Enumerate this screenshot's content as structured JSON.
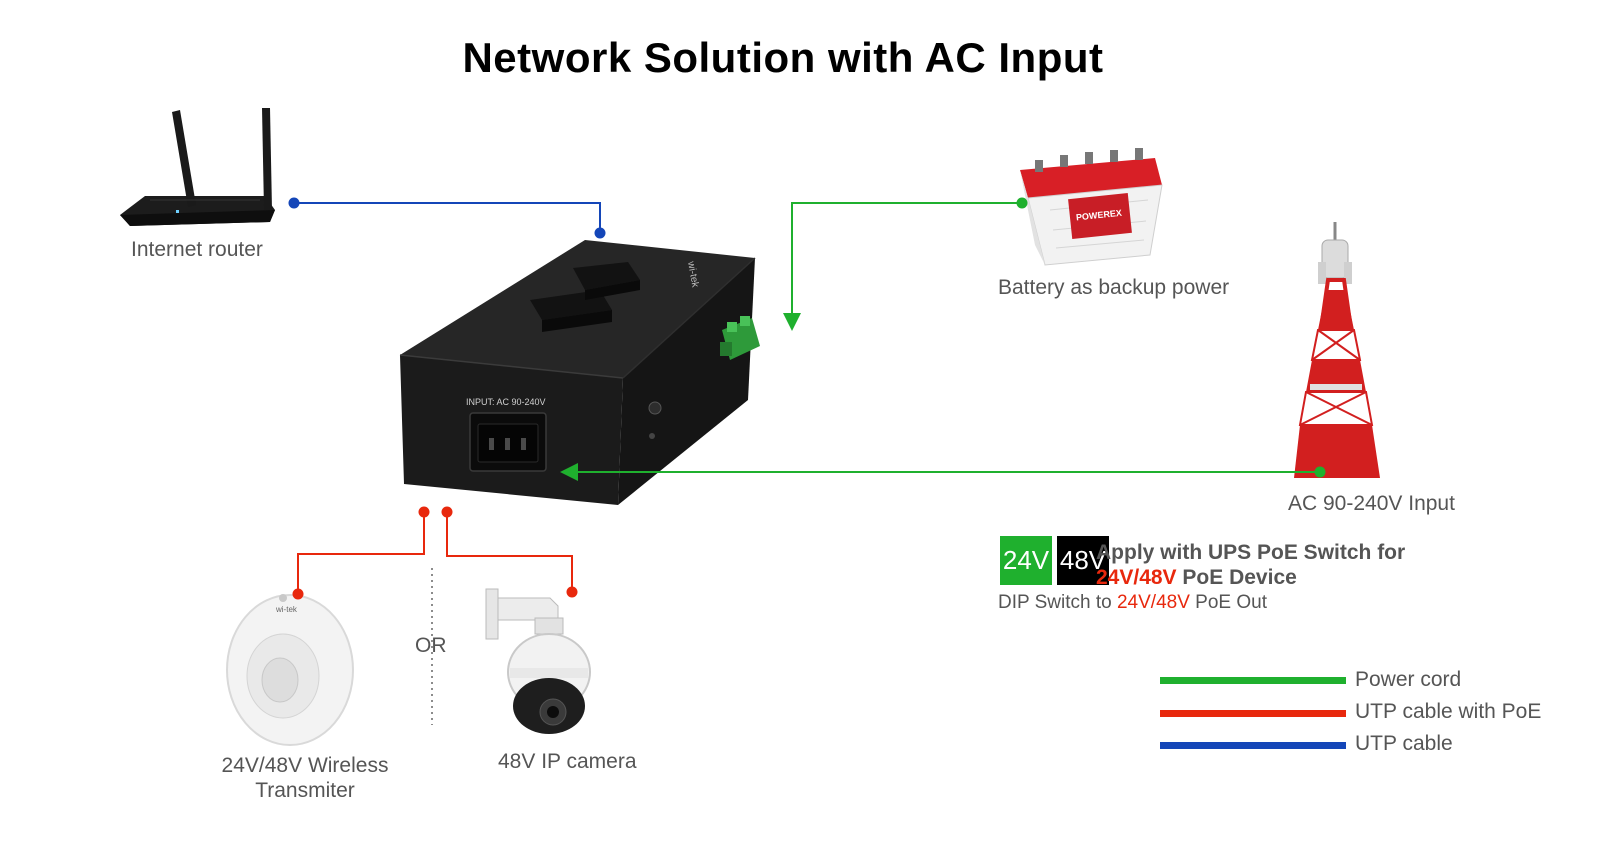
{
  "title": "Network Solution with AC Input",
  "labels": {
    "router": "Internet router",
    "battery": "Battery as backup power",
    "tower": "AC 90-240V Input",
    "transmitter_line1": "24V/48V Wireless",
    "transmitter_line2": "Transmiter",
    "or": "OR",
    "camera": "48V IP camera"
  },
  "device": {
    "input_label": "INPUT: AC 90-240V",
    "brand_mark": "wi-tek"
  },
  "battery_brand": "POWEREX",
  "transmitter_brand": "wi-tek",
  "badges": [
    {
      "text": "24V",
      "color": "#1fb02e"
    },
    {
      "text": "48V",
      "color": "#000000"
    }
  ],
  "apply": {
    "line1": "Apply with UPS PoE Switch for",
    "line2_red": "24V/48V",
    "line2_rest": " PoE Device"
  },
  "dip": {
    "prefix": "DIP Switch to ",
    "red": "24V/48V",
    "suffix": " PoE Out"
  },
  "legend": [
    {
      "label": "Power cord",
      "color": "#1fb02e"
    },
    {
      "label": "UTP cable with PoE",
      "color": "#e8280d"
    },
    {
      "label": "UTP cable",
      "color": "#1446b8"
    }
  ],
  "colors": {
    "power": "#1fb02e",
    "poe": "#e8280d",
    "utp": "#1446b8"
  }
}
